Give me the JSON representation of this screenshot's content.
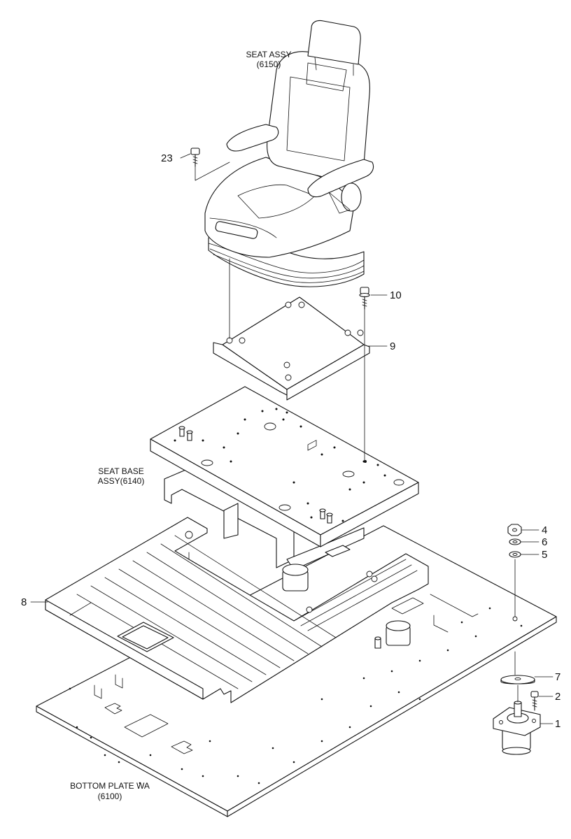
{
  "assembly_labels": {
    "seat_assy": {
      "line1": "SEAT ASSY",
      "line2": "(6150)"
    },
    "seat_base_assy": {
      "line1": "SEAT BASE",
      "line2": "ASSY(6140)"
    },
    "bottom_plate_wa": {
      "line1": "BOTTOM PLATE WA",
      "line2": "(6100)"
    }
  },
  "callouts": [
    {
      "id": "23",
      "part": "seat-bolt"
    },
    {
      "id": "10",
      "part": "bracket-bolt"
    },
    {
      "id": "9",
      "part": "seat-bracket"
    },
    {
      "id": "4",
      "part": "nut"
    },
    {
      "id": "6",
      "part": "lock-washer"
    },
    {
      "id": "5",
      "part": "plain-washer"
    },
    {
      "id": "8",
      "part": "floor-mat"
    },
    {
      "id": "7",
      "part": "rubber-pad"
    },
    {
      "id": "2",
      "part": "mount-bolt"
    },
    {
      "id": "1",
      "part": "viscous-mount"
    }
  ]
}
